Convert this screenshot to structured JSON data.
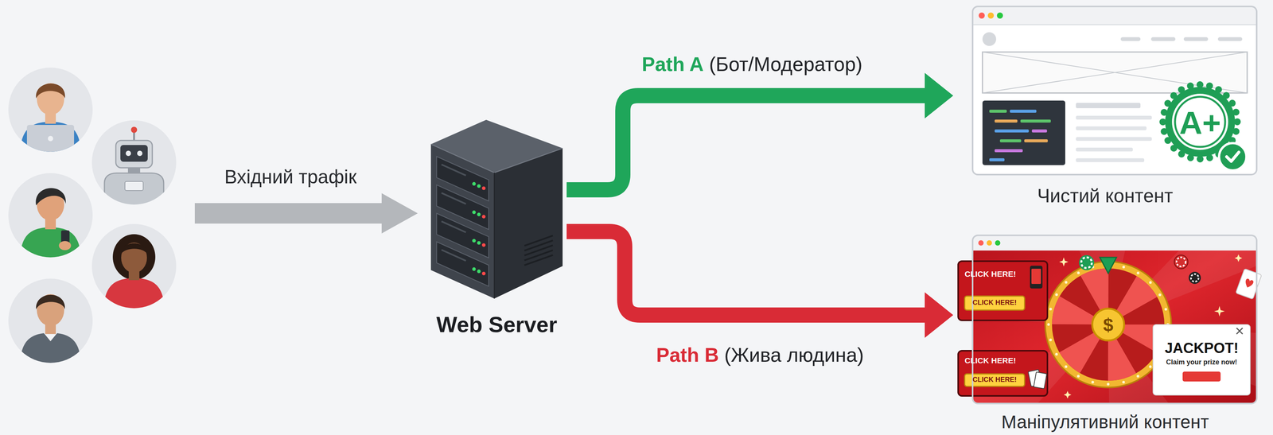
{
  "diagram": {
    "nodes": [
      {
        "text": [
          "Web Server"
        ]
      },
      {
        "text": [
          "Чистий контент"
        ]
      },
      {
        "text": [
          "Маніпулятивний контент"
        ]
      }
    ],
    "edges": [
      {
        "from": 0,
        "to": 1,
        "arrow": "to",
        "label": "Path A (Бот/Модератор)"
      },
      {
        "from": 0,
        "to": 2,
        "arrow": "to",
        "label": "Path B (Жива людина)"
      }
    ],
    "labels": [
      "Вхідний трафік",
      "A+",
      "CLICK HERE!",
      "CLICK HERE!",
      "CLICK HERE!",
      "CLICK HERE!",
      "$",
      "JACKPOT!",
      "Claim your prize now!"
    ]
  }
}
